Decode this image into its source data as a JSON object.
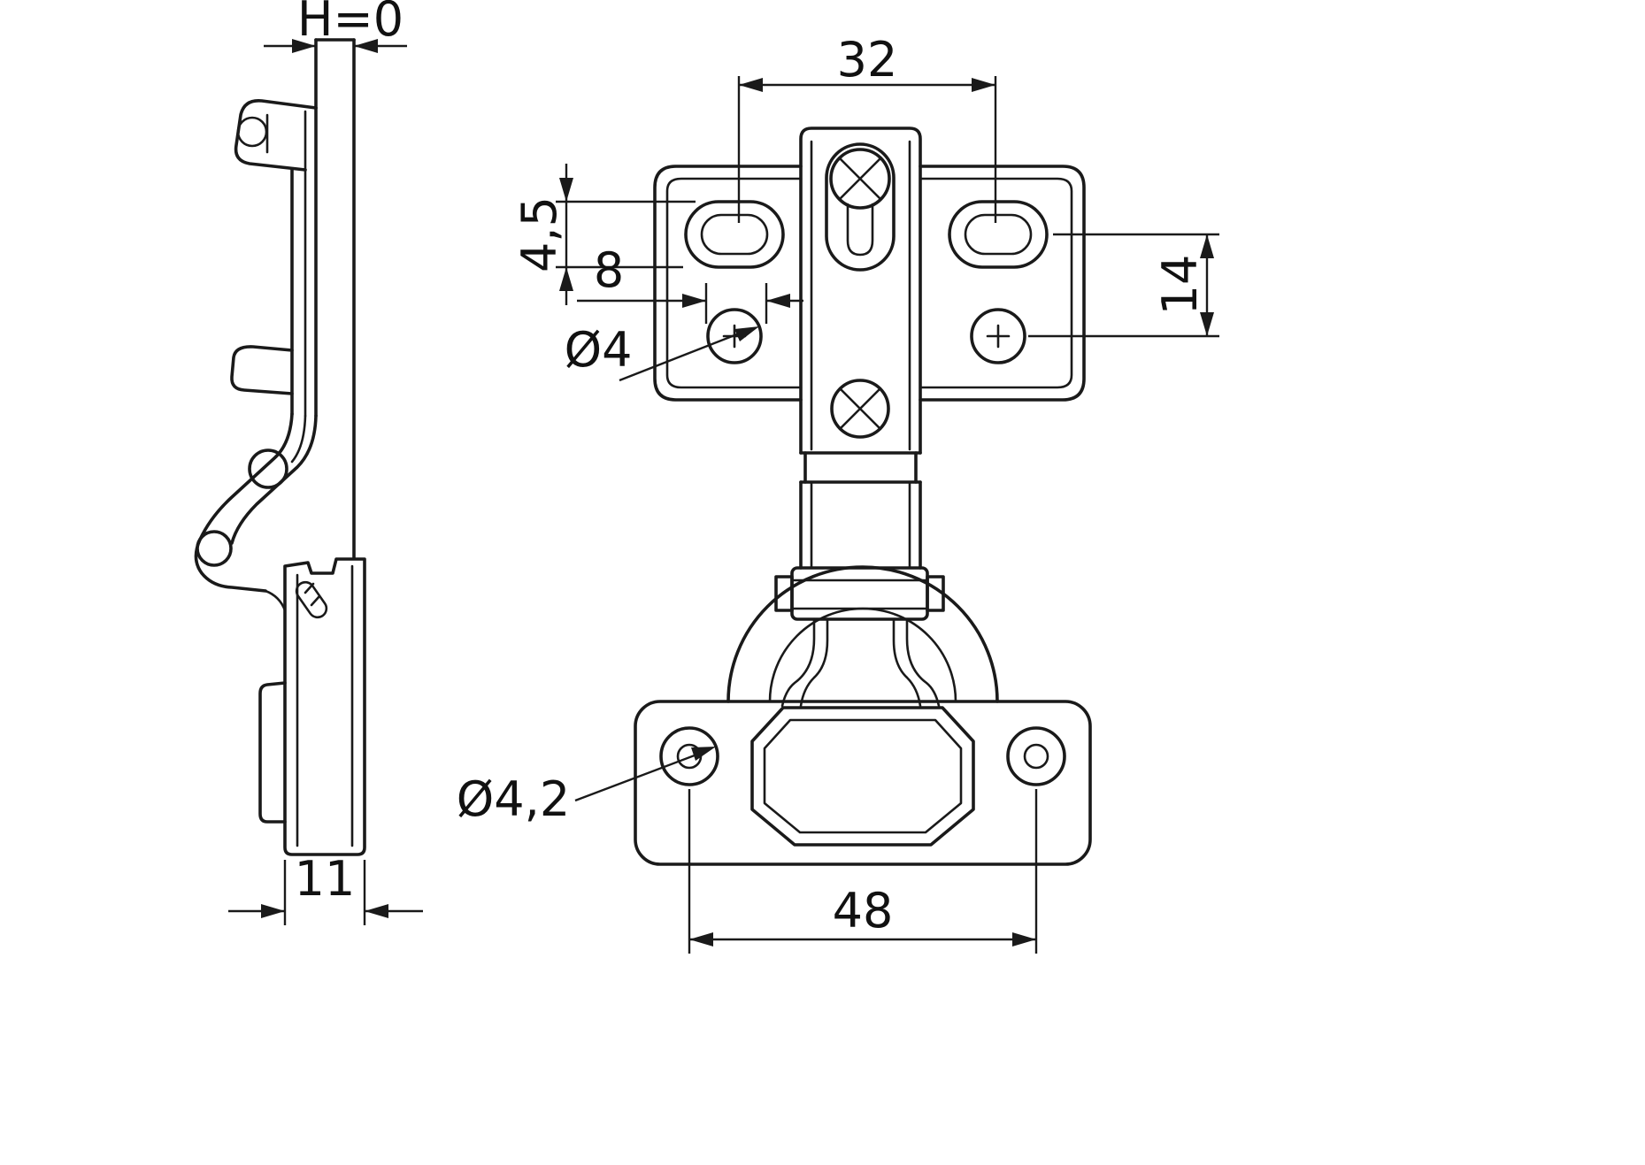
{
  "drawing": {
    "background": "#ffffff",
    "line_color": "#1a1a1a",
    "dimensions": {
      "h_offset": "H=0",
      "cup_width": "11",
      "screw_spacing": "32",
      "slot_height": "4,5",
      "slot_offset": "8",
      "hole_diameter": "Ø4",
      "vertical_offset": "14",
      "cup_hole_diameter": "Ø4,2",
      "cup_hole_spacing": "48"
    }
  }
}
